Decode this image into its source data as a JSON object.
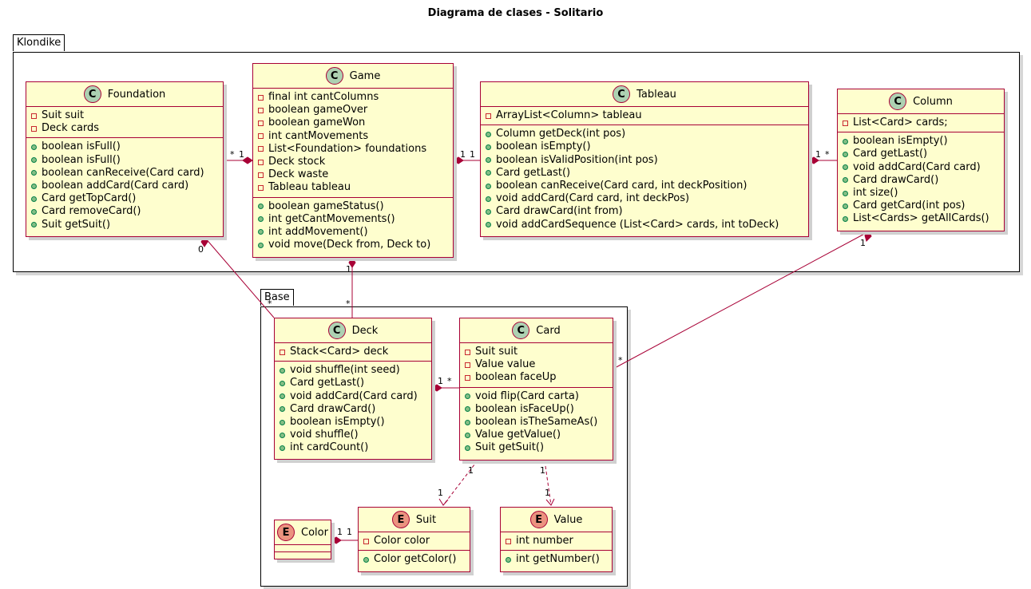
{
  "title": "Diagrama de clases - Solitario",
  "packages": {
    "klondike": "Klondike",
    "base": "Base"
  },
  "classes": {
    "foundation": {
      "name": "Foundation",
      "kind": "C",
      "attributes": [
        {
          "vis": "private",
          "text": "Suit suit"
        },
        {
          "vis": "private",
          "text": "Deck cards"
        }
      ],
      "methods": [
        {
          "vis": "public",
          "text": "boolean isFull()"
        },
        {
          "vis": "public",
          "text": "boolean isFull()"
        },
        {
          "vis": "public",
          "text": "boolean canReceive(Card card)"
        },
        {
          "vis": "public",
          "text": "boolean addCard(Card card)"
        },
        {
          "vis": "public",
          "text": "Card getTopCard()"
        },
        {
          "vis": "public",
          "text": "Card removeCard()"
        },
        {
          "vis": "public",
          "text": "Suit getSuit()"
        }
      ]
    },
    "game": {
      "name": "Game",
      "kind": "C",
      "attributes": [
        {
          "vis": "private",
          "text": "final int cantColumns"
        },
        {
          "vis": "private",
          "text": "boolean gameOver"
        },
        {
          "vis": "private",
          "text": "boolean gameWon"
        },
        {
          "vis": "private",
          "text": "int cantMovements"
        },
        {
          "vis": "private",
          "text": "List<Foundation> foundations"
        },
        {
          "vis": "private",
          "text": "Deck stock"
        },
        {
          "vis": "private",
          "text": "Deck waste"
        },
        {
          "vis": "private",
          "text": "Tableau tableau"
        }
      ],
      "methods": [
        {
          "vis": "public",
          "text": "boolean gameStatus()"
        },
        {
          "vis": "public",
          "text": "int getCantMovements()"
        },
        {
          "vis": "public",
          "text": "int addMovement()"
        },
        {
          "vis": "public",
          "text": "void move(Deck from, Deck to)"
        }
      ]
    },
    "tableau": {
      "name": "Tableau",
      "kind": "C",
      "attributes": [
        {
          "vis": "private",
          "text": "ArrayList<Column> tableau"
        }
      ],
      "methods": [
        {
          "vis": "public",
          "text": "Column getDeck(int pos)"
        },
        {
          "vis": "public",
          "text": "boolean isEmpty()"
        },
        {
          "vis": "public",
          "text": "boolean isValidPosition(int pos)"
        },
        {
          "vis": "public",
          "text": "Card getLast()"
        },
        {
          "vis": "public",
          "text": "boolean canReceive(Card card, int deckPosition)"
        },
        {
          "vis": "public",
          "text": "void addCard(Card card, int deckPos)"
        },
        {
          "vis": "public",
          "text": "Card drawCard(int from)"
        },
        {
          "vis": "public",
          "text": "void addCardSequence (List<Card> cards, int toDeck)"
        }
      ]
    },
    "column": {
      "name": "Column",
      "kind": "C",
      "attributes": [
        {
          "vis": "private",
          "text": "List<Card> cards;"
        }
      ],
      "methods": [
        {
          "vis": "public",
          "text": "boolean isEmpty()"
        },
        {
          "vis": "public",
          "text": "Card getLast()"
        },
        {
          "vis": "public",
          "text": "void addCard(Card card)"
        },
        {
          "vis": "public",
          "text": "Card drawCard()"
        },
        {
          "vis": "public",
          "text": "int size()"
        },
        {
          "vis": "public",
          "text": "Card getCard(int pos)"
        },
        {
          "vis": "public",
          "text": "List<Cards> getAllCards()"
        }
      ]
    },
    "deck": {
      "name": "Deck",
      "kind": "C",
      "attributes": [
        {
          "vis": "private",
          "text": "Stack<Card> deck"
        }
      ],
      "methods": [
        {
          "vis": "public",
          "text": "void shuffle(int seed)"
        },
        {
          "vis": "public",
          "text": "Card getLast()"
        },
        {
          "vis": "public",
          "text": "void addCard(Card card)"
        },
        {
          "vis": "public",
          "text": "Card drawCard()"
        },
        {
          "vis": "public",
          "text": "boolean isEmpty()"
        },
        {
          "vis": "public",
          "text": "void shuffle()"
        },
        {
          "vis": "public",
          "text": "int cardCount()"
        }
      ]
    },
    "card": {
      "name": "Card",
      "kind": "C",
      "attributes": [
        {
          "vis": "private",
          "text": "Suit suit"
        },
        {
          "vis": "private",
          "text": "Value value"
        },
        {
          "vis": "private",
          "text": "boolean faceUp"
        }
      ],
      "methods": [
        {
          "vis": "public",
          "text": "void flip(Card carta)"
        },
        {
          "vis": "public",
          "text": "boolean isFaceUp()"
        },
        {
          "vis": "public",
          "text": "boolean isTheSameAs()"
        },
        {
          "vis": "public",
          "text": "Value getValue()"
        },
        {
          "vis": "public",
          "text": "Suit getSuit()"
        }
      ]
    },
    "color": {
      "name": "Color",
      "kind": "E",
      "attributes": [],
      "methods": []
    },
    "suit": {
      "name": "Suit",
      "kind": "E",
      "attributes": [
        {
          "vis": "private",
          "text": "Color color"
        }
      ],
      "methods": [
        {
          "vis": "public",
          "text": "Color getColor()"
        }
      ]
    },
    "value": {
      "name": "Value",
      "kind": "E",
      "attributes": [
        {
          "vis": "private",
          "text": "int number"
        }
      ],
      "methods": [
        {
          "vis": "public",
          "text": "int getNumber()"
        }
      ]
    }
  },
  "multiplicities": {
    "foundation_game_a": "*",
    "foundation_game_b": "1",
    "game_tableau_a": "1",
    "game_tableau_b": "1",
    "tableau_column_a": "1",
    "tableau_column_b": "*",
    "foundation_deck_a": "0",
    "foundation_deck_b": "*",
    "game_deck_a": "1",
    "game_deck_b": "*",
    "column_card_a": "1",
    "column_card_b": "*",
    "deck_card_a": "1",
    "deck_card_b": "*",
    "card_suit_a": "1",
    "card_suit_b": "1",
    "card_value_a": "1",
    "card_value_b": "1",
    "color_suit_a": "1",
    "color_suit_b": "1"
  },
  "colors": {
    "class_fill": "#fefece",
    "class_border": "#a80036",
    "class_badge": "#add1b2",
    "enum_badge": "#eb937f",
    "edge": "#a80036"
  }
}
